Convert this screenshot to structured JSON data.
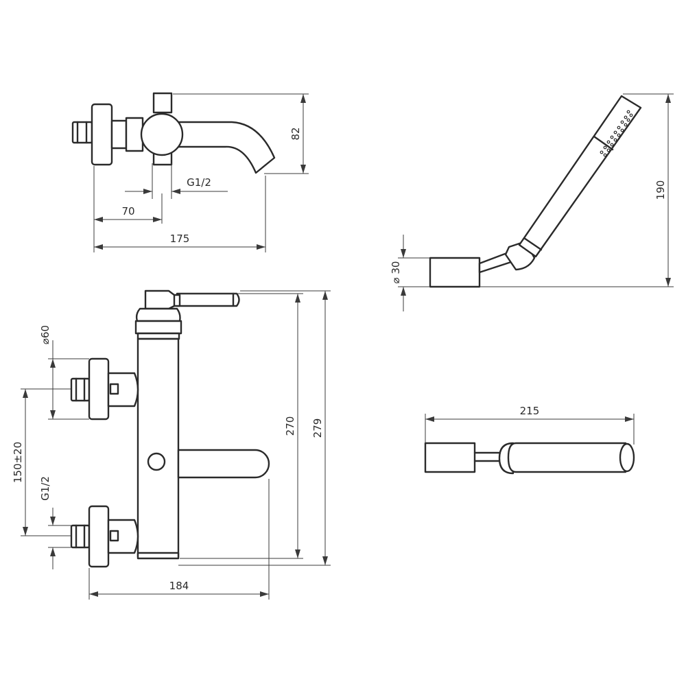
{
  "colors": {
    "line": "#2a2a2a",
    "dimension": "#3a3a3a",
    "background": "#ffffff"
  },
  "top_view": {
    "dim_height": "82",
    "dim_thread": "G1/2",
    "dim_inlet_offset": "70",
    "dim_total_length": "175"
  },
  "front_view": {
    "dim_flange_diameter": "⌀60",
    "dim_inlet_spacing": "150±20",
    "dim_thread": "G1/2",
    "dim_height_inner": "270",
    "dim_height_total": "279",
    "dim_total_width": "184"
  },
  "handshower_side": {
    "dim_holder_diameter": "⌀ 30",
    "dim_height": "190"
  },
  "handshower_top": {
    "dim_length": "215"
  }
}
